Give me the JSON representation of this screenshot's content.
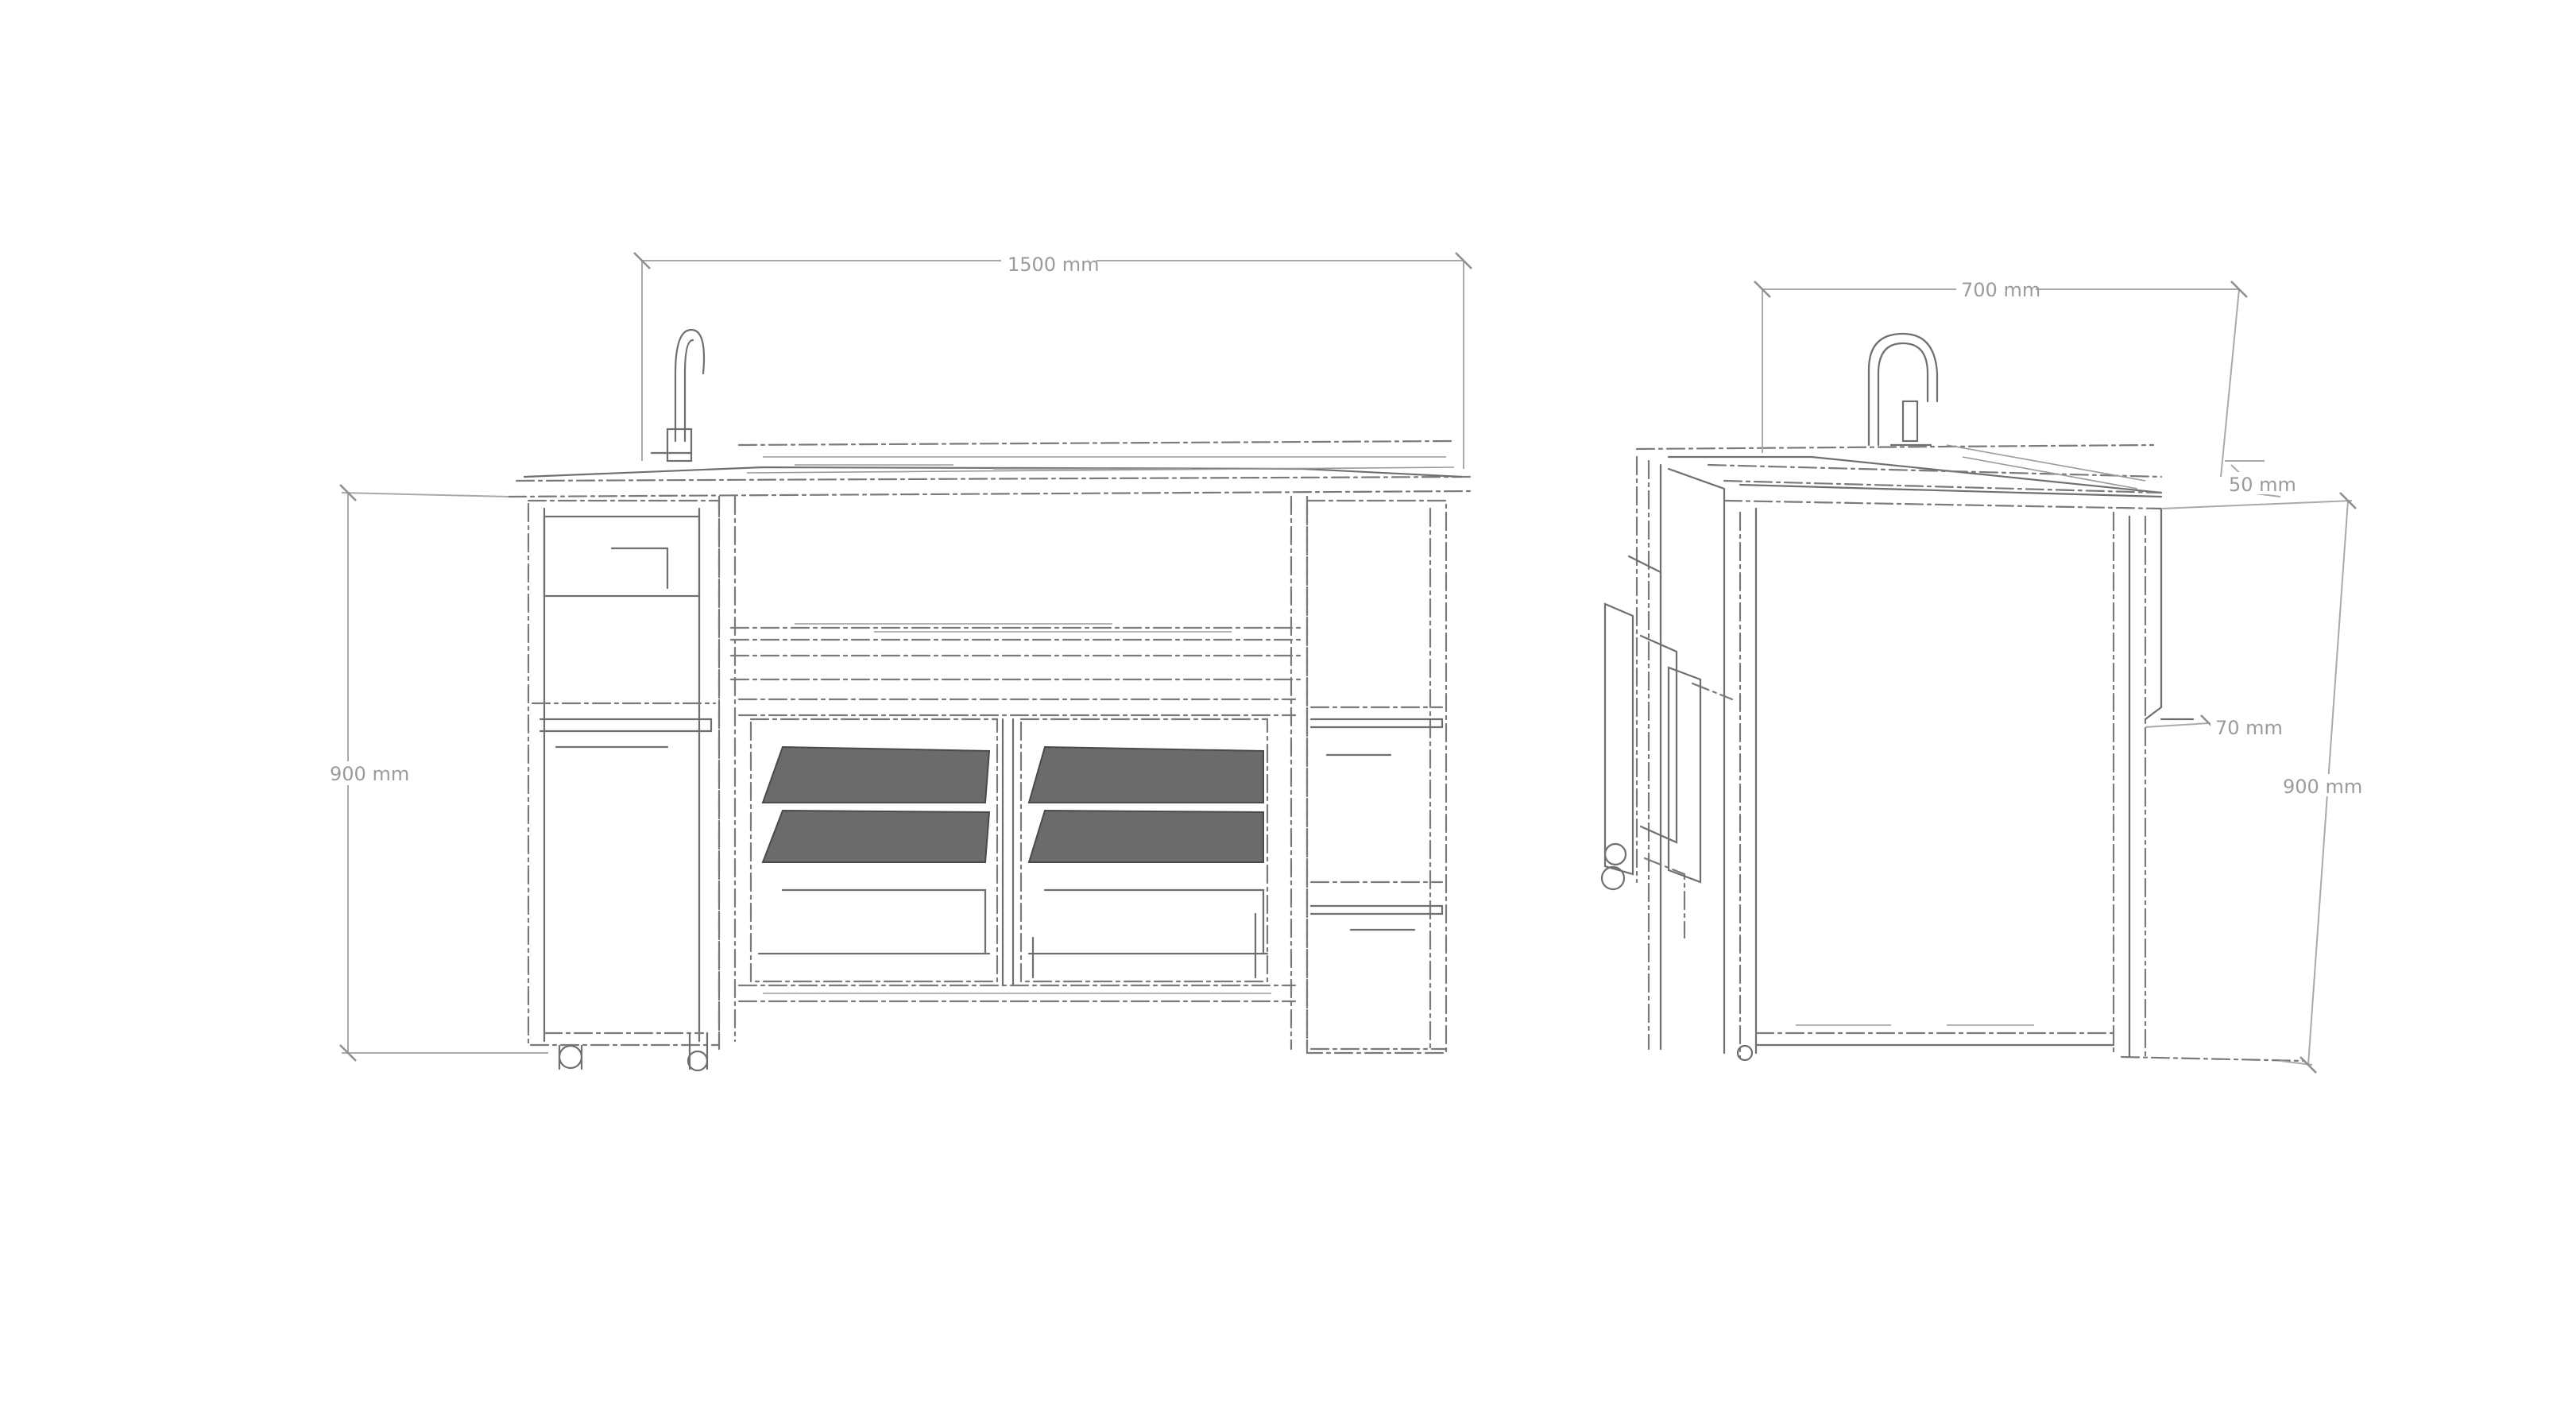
{
  "dimensions": {
    "front_width": "1500 mm",
    "front_height": "900 mm",
    "side_depth": "700 mm",
    "side_top_thickness": "50 mm",
    "side_overhang": "70 mm",
    "side_height": "900 mm"
  },
  "colors": {
    "line": "#6f6f6f",
    "dimension": "#a9a9a9",
    "shelf": "#6b6b6b",
    "background": "#ffffff"
  }
}
